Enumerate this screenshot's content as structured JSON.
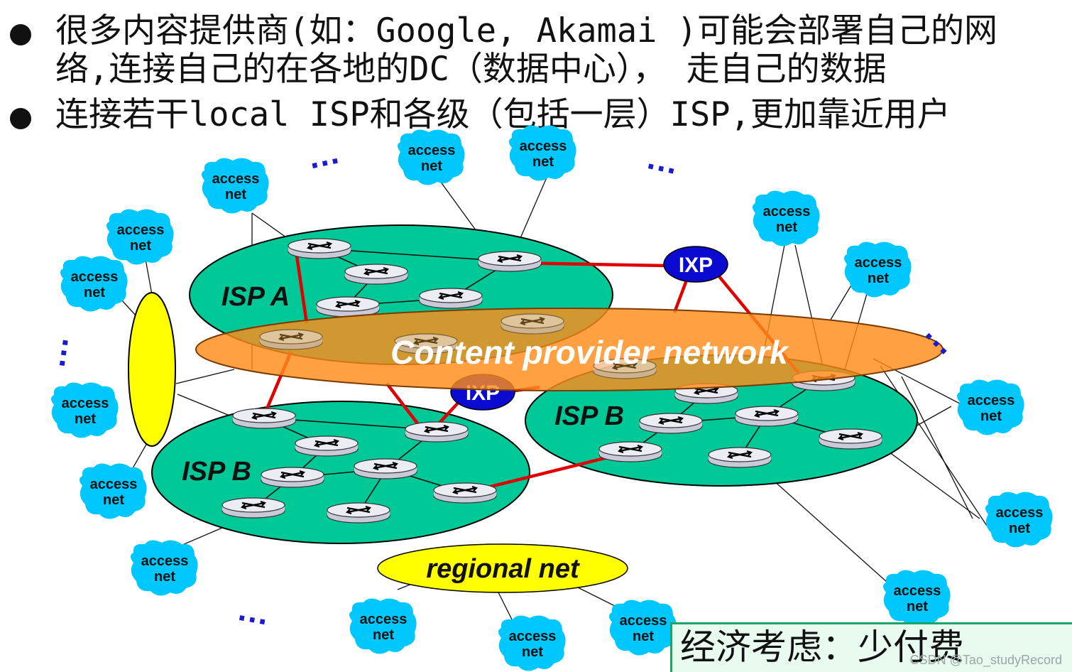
{
  "bullets": [
    {
      "line1": "很多内容提供商(如：Google, Akamai )可能会部署自己的网",
      "line2": "络,连接自己的在各地的DC（数据中心）， 走自己的数据"
    },
    {
      "line1": "连接若干local ISP和各级（包括一层）ISP,更加靠近用户"
    }
  ],
  "diagram": {
    "content_provider_label": "Content provider network",
    "isp_a_label": "ISP A",
    "isp_b_left_label": "ISP B",
    "isp_b_right_label": "ISP B",
    "ixp_top_label": "IXP",
    "ixp_mid_label": "IXP",
    "regional_label": "regional net",
    "access_line1": "access",
    "access_line2": "net",
    "ellipsis": "…",
    "colors": {
      "isp_fill": "#00c896",
      "content_fill": "#ff8c1a",
      "ixp_fill": "#0a0ad0",
      "regional_fill": "#ffff00",
      "access_fill": "#00c8ff",
      "link_red": "#e00000"
    }
  },
  "note": "经济考虑：少付费",
  "watermark": "CSDN @Tao_studyRecord"
}
